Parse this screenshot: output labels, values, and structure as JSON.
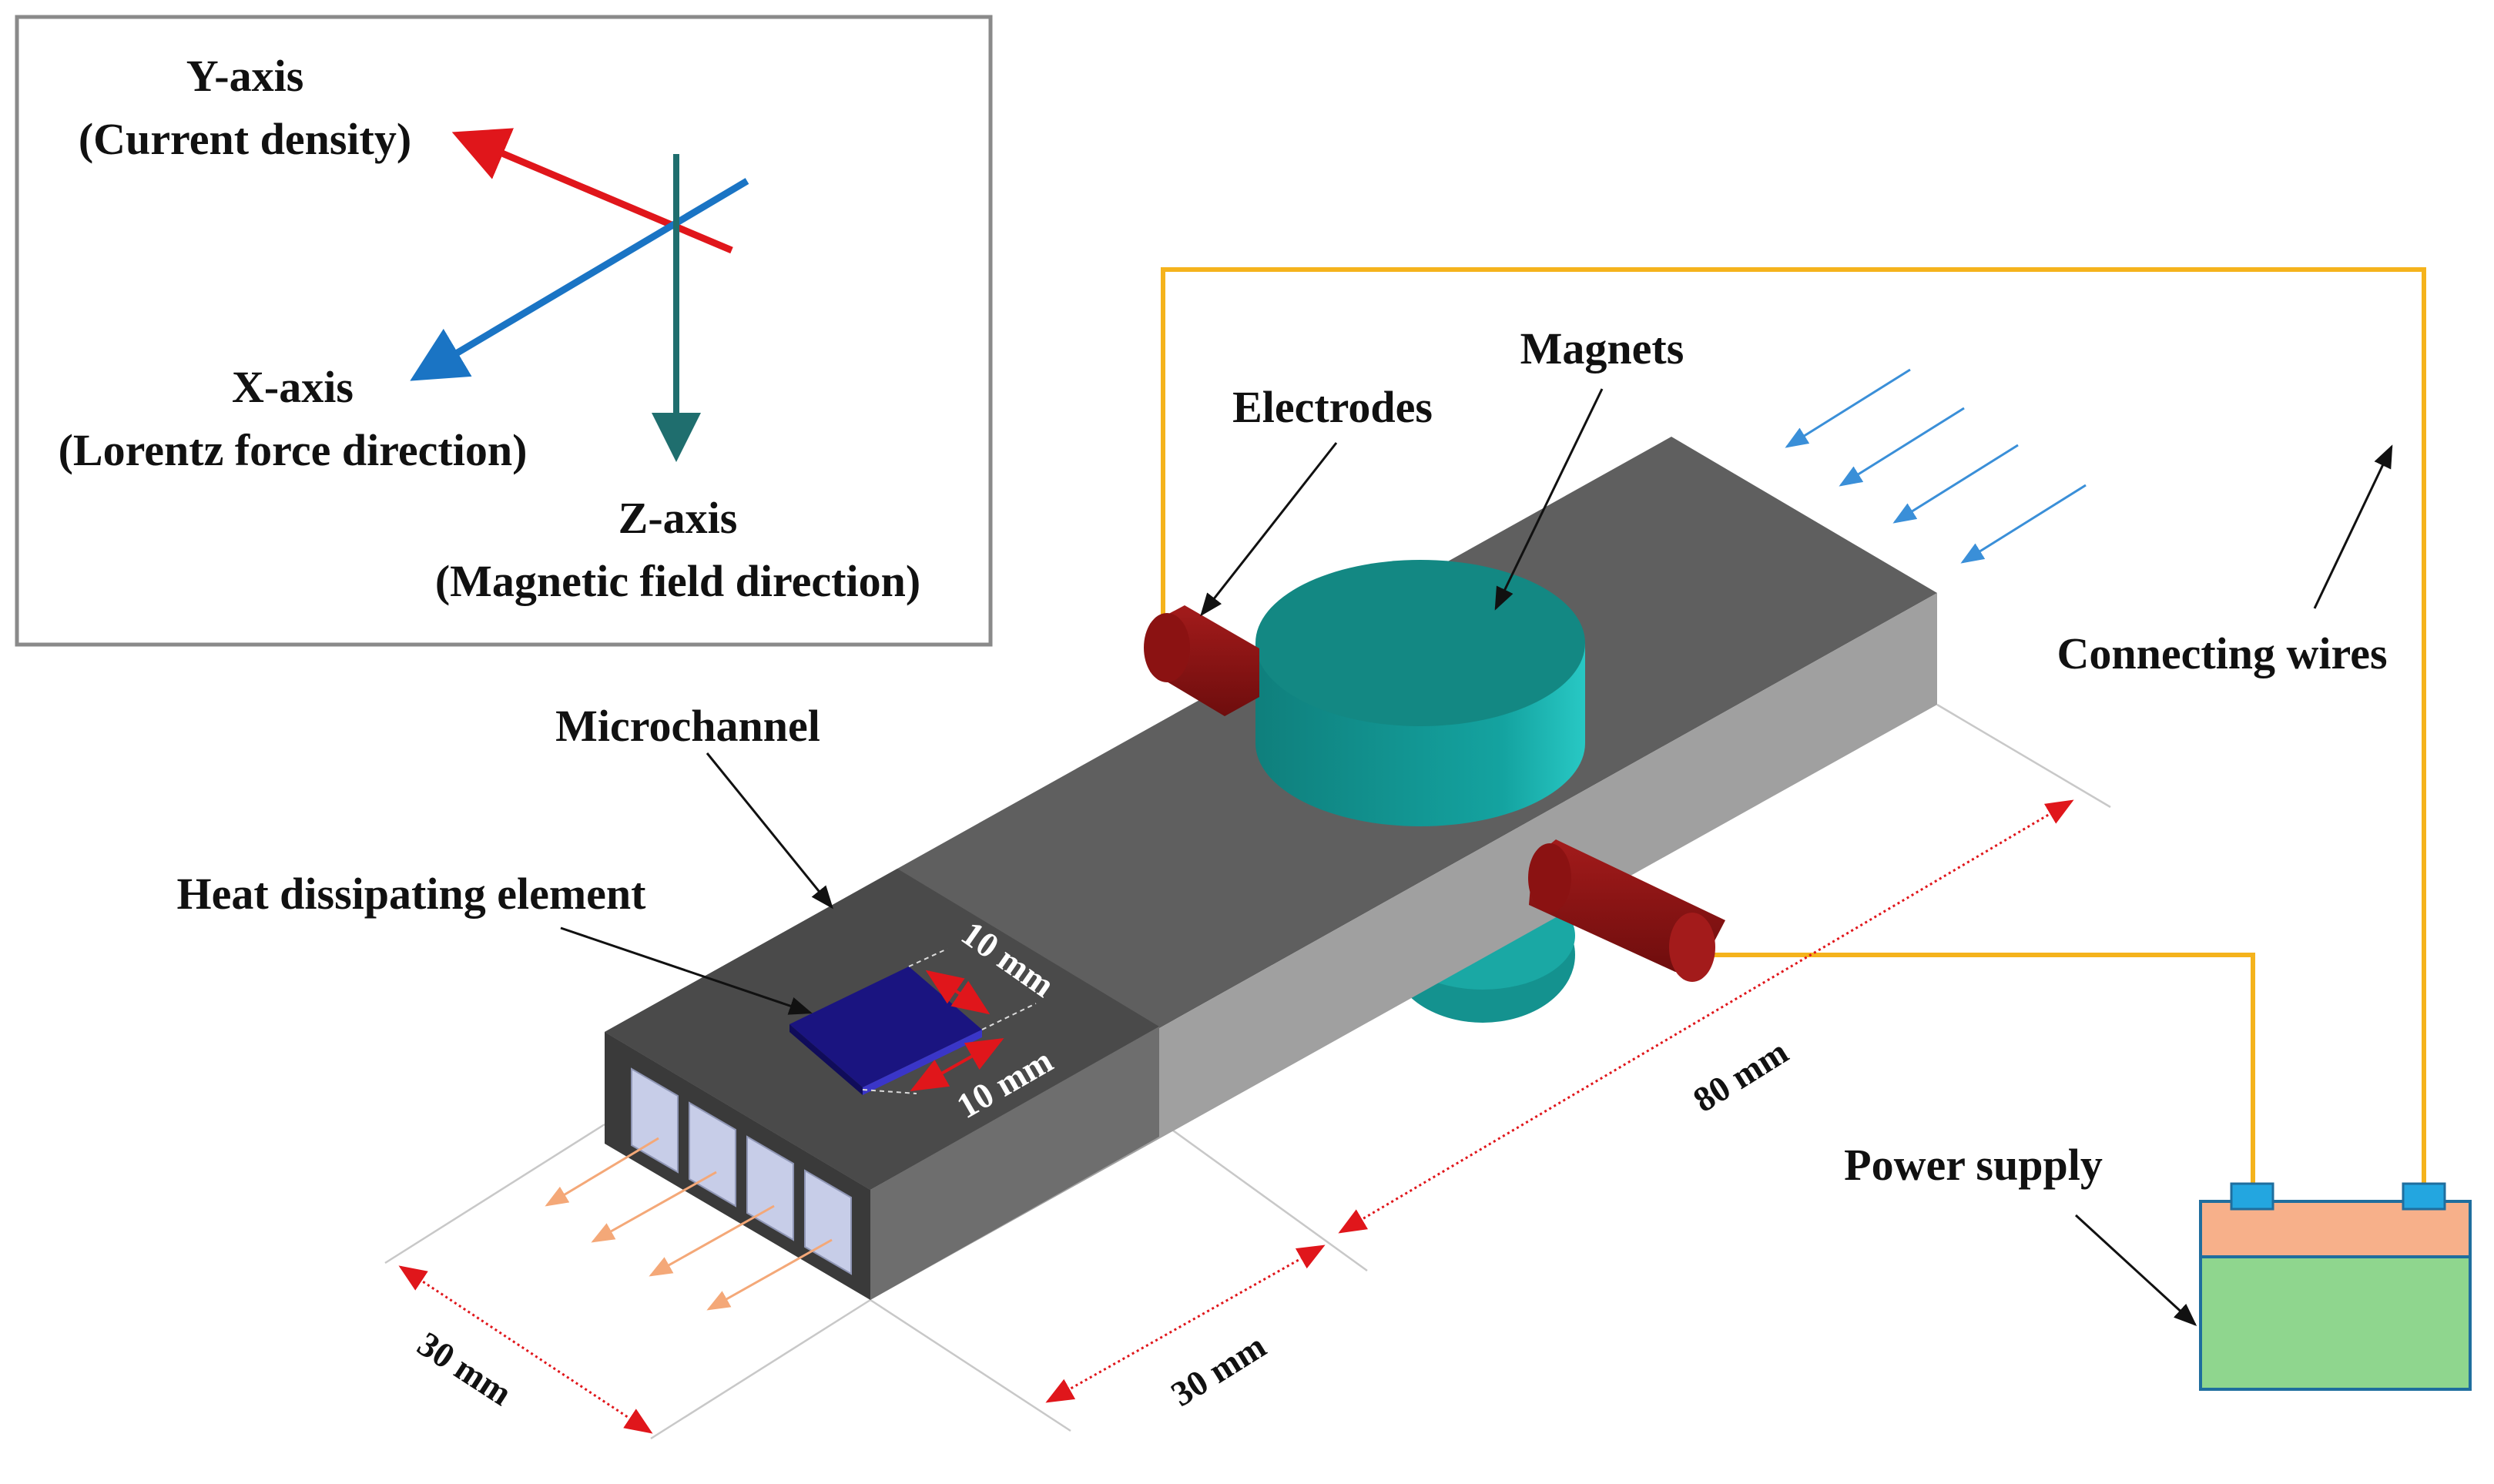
{
  "axes_legend": {
    "y_axis": {
      "title": "Y-axis",
      "subtitle": "(Current density)"
    },
    "x_axis": {
      "title": "X-axis",
      "subtitle": "(Lorentz force direction)"
    },
    "z_axis": {
      "title": "Z-axis",
      "subtitle": "(Magnetic field direction)"
    }
  },
  "labels": {
    "magnets": "Magnets",
    "electrodes": "Electrodes",
    "connecting_wires": "Connecting wires",
    "microchannel": "Microchannel",
    "heat_element": "Heat dissipating element",
    "power_supply": "Power supply"
  },
  "dimensions": {
    "heater_side_a": "10 mm",
    "heater_side_b": "10 mm",
    "channel_length": "80 mm",
    "width": "30 mm",
    "inlet_section": "30 mm"
  },
  "colors": {
    "y_axis": "#e0161b",
    "x_axis": "#1a74c4",
    "z_axis": "#1f6e6e",
    "wire": "#f5b31c",
    "electrode": "#8b1212",
    "magnet": "#14928f",
    "heater": "#1a1480",
    "battery_top": "#f7b08a",
    "battery_body": "#8fd68e",
    "terminal": "#23a6e0"
  }
}
